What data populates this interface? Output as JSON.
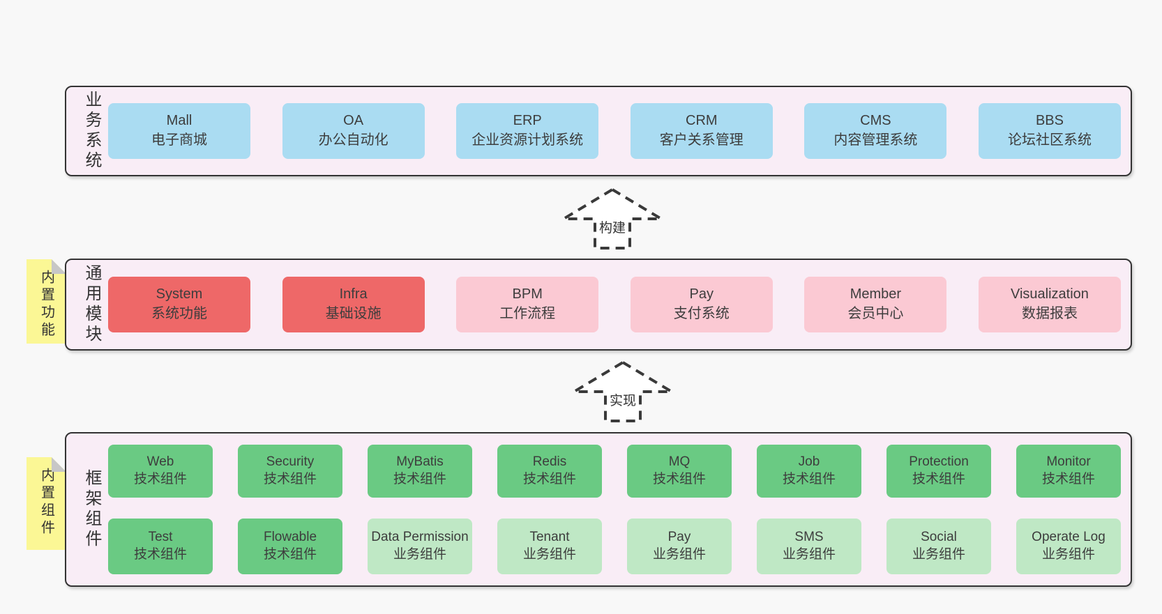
{
  "diagram": {
    "title": "architecture-layers",
    "colors": {
      "page_bg": "#f8f8f8",
      "band_bg": "#f9edf6",
      "band_border": "#333333",
      "box_blue": "#aadcf2",
      "box_red": "#ee6868",
      "box_pink": "#fbc9d3",
      "box_green": "#6aca83",
      "box_light_green": "#bfe8c5",
      "note_yellow": "#fbf795",
      "note_fold_gray": "#c7c7c7",
      "text": "#3d3d3d"
    },
    "arrows": [
      {
        "label": "构建"
      },
      {
        "label": "实现"
      }
    ],
    "bands": [
      {
        "label": "业务系统",
        "rows": [
          [
            {
              "en": "Mall",
              "zh": "电子商城"
            },
            {
              "en": "OA",
              "zh": "办公自动化"
            },
            {
              "en": "ERP",
              "zh": "企业资源计划系统"
            },
            {
              "en": "CRM",
              "zh": "客户关系管理"
            },
            {
              "en": "CMS",
              "zh": "内容管理系统"
            },
            {
              "en": "BBS",
              "zh": "论坛社区系统"
            }
          ]
        ]
      },
      {
        "label": "通用模块",
        "note": "内置功能",
        "rows": [
          [
            {
              "en": "System",
              "zh": "系统功能"
            },
            {
              "en": "Infra",
              "zh": "基础设施"
            },
            {
              "en": "BPM",
              "zh": "工作流程"
            },
            {
              "en": "Pay",
              "zh": "支付系统"
            },
            {
              "en": "Member",
              "zh": "会员中心"
            },
            {
              "en": "Visualization",
              "zh": "数据报表"
            }
          ]
        ]
      },
      {
        "label": "框架组件",
        "note": "内置组件",
        "rows": [
          [
            {
              "en": "Web",
              "zh": "技术组件"
            },
            {
              "en": "Security",
              "zh": "技术组件"
            },
            {
              "en": "MyBatis",
              "zh": "技术组件"
            },
            {
              "en": "Redis",
              "zh": "技术组件"
            },
            {
              "en": "MQ",
              "zh": "技术组件"
            },
            {
              "en": "Job",
              "zh": "技术组件"
            },
            {
              "en": "Protection",
              "zh": "技术组件"
            },
            {
              "en": "Monitor",
              "zh": "技术组件"
            }
          ],
          [
            {
              "en": "Test",
              "zh": "技术组件"
            },
            {
              "en": "Flowable",
              "zh": "技术组件"
            },
            {
              "en": "Data Permission",
              "zh": "业务组件"
            },
            {
              "en": "Tenant",
              "zh": "业务组件"
            },
            {
              "en": "Pay",
              "zh": "业务组件"
            },
            {
              "en": "SMS",
              "zh": "业务组件"
            },
            {
              "en": "Social",
              "zh": "业务组件"
            },
            {
              "en": "Operate Log",
              "zh": "业务组件"
            }
          ]
        ]
      }
    ]
  }
}
